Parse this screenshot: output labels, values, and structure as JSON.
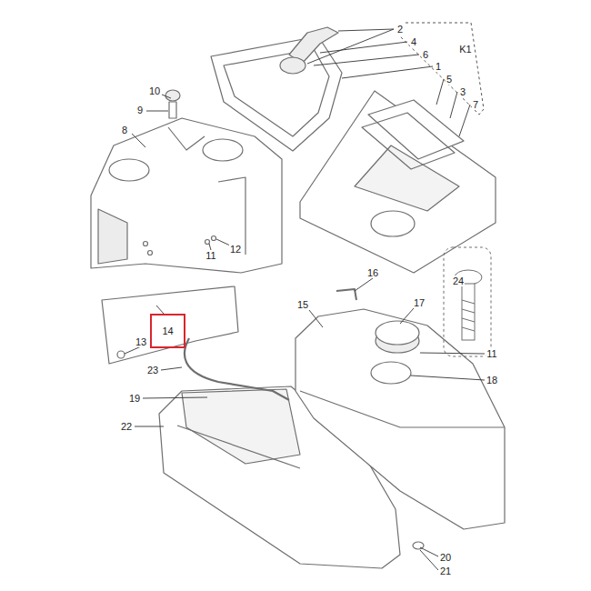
{
  "diagram": {
    "nodes": [
      {
        "text": [
          "14"
        ]
      }
    ],
    "labels": [
      "2",
      "4",
      "6",
      "K1",
      "1",
      "5",
      "3",
      "7",
      "10",
      "9",
      "8",
      "12",
      "11",
      "16",
      "24",
      "15",
      "17",
      "13",
      "11",
      "23",
      "18",
      "19",
      "22",
      "20",
      "21"
    ]
  }
}
